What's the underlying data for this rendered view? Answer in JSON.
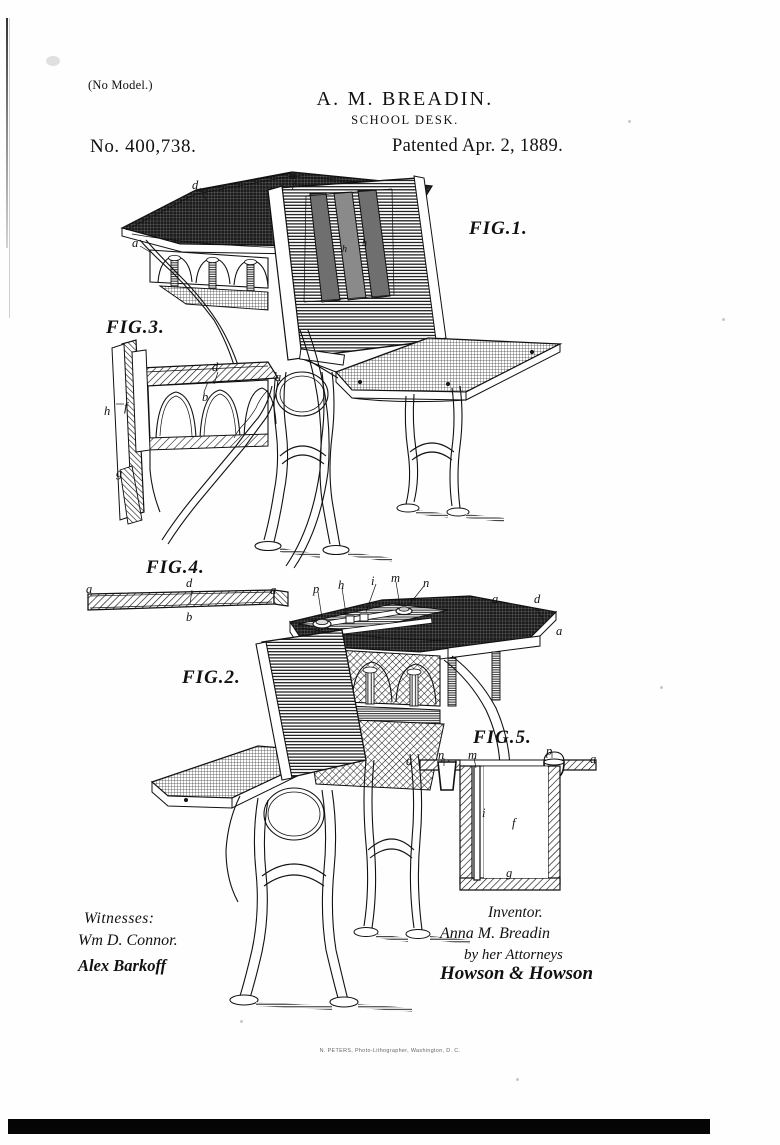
{
  "document": {
    "model_note": "(No Model.)",
    "inventor_name_header": "A. M. BREADIN.",
    "title": "SCHOOL DESK.",
    "patent_number": "No. 400,738.",
    "patent_date": "Patented Apr. 2, 1889.",
    "footer": "N. PETERS, Photo-Lithographer, Washington, D. C."
  },
  "figures": [
    {
      "caption": "FIG.1."
    },
    {
      "caption": "FIG.3."
    },
    {
      "caption": "FIG.4."
    },
    {
      "caption": "FIG.2."
    },
    {
      "caption": "FIG.5."
    }
  ],
  "reference_letters": {
    "fig1": [
      "d",
      "a",
      "a",
      "h",
      "h"
    ],
    "fig3": [
      "d",
      "a",
      "b",
      "h",
      "f",
      "g"
    ],
    "fig4": [
      "a",
      "d",
      "a",
      "b"
    ],
    "fig2": [
      "p",
      "h",
      "i",
      "m",
      "n",
      "a",
      "d",
      "a"
    ],
    "fig5": [
      "a",
      "n",
      "m",
      "p",
      "a",
      "i",
      "f",
      "g"
    ]
  },
  "signatures": {
    "witnesses_label": "Witnesses:",
    "witness_1": "Wm D. Connor.",
    "witness_2": "Alex Barkoff",
    "inventor_label": "Inventor.",
    "inventor_signature": "Anna M. Breadin",
    "attorneys_label": "by her Attorneys",
    "attorneys_signature": "Howson & Howson"
  },
  "colors": {
    "ink": "#111111",
    "paper": "#fefefe",
    "bar": "#050505"
  }
}
